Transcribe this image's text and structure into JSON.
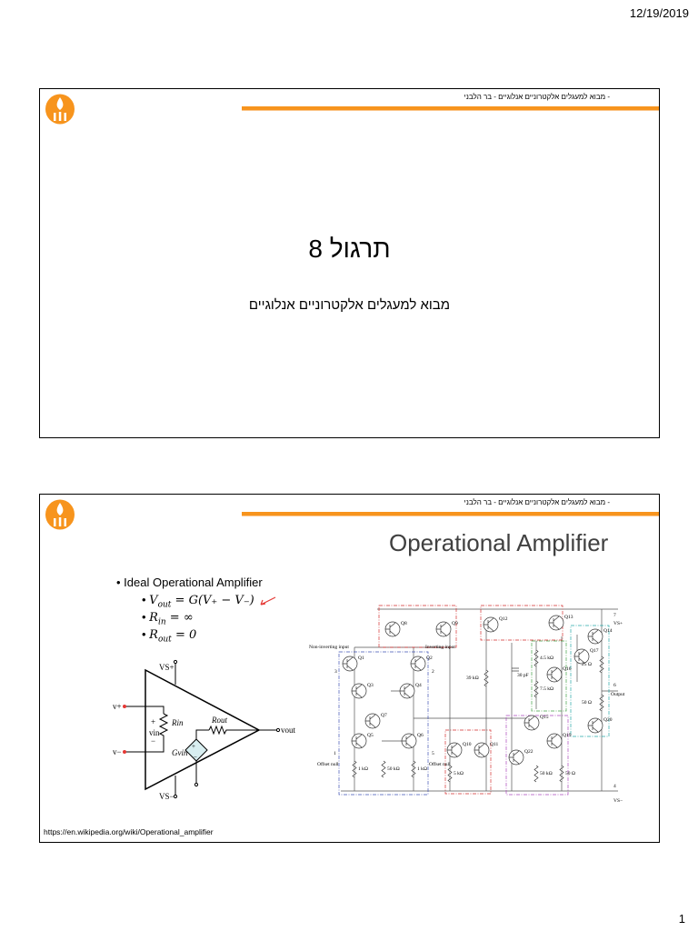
{
  "page": {
    "date": "12/19/2019",
    "page_number": "1"
  },
  "header_text": "- מבוא למעגלים אלקטרוניים אנלוגיים - בר הלבני",
  "colors": {
    "accent": "#f7941d",
    "title_gray": "#404040",
    "bullet_arrow": "#e53935"
  },
  "slide1": {
    "title": "תרגול 8",
    "subtitle": "מבוא למעגלים אלקטרוניים אנלוגיים"
  },
  "slide2": {
    "title": "Operational Amplifier",
    "bullet": "Ideal Operational Amplifier",
    "sub_bullets": [
      {
        "lhs": "V",
        "lhs_sub": "out",
        "rhs": "= G(V₊ − V₋)"
      },
      {
        "lhs": "R",
        "lhs_sub": "in",
        "rhs": "= ∞"
      },
      {
        "lhs": "R",
        "lhs_sub": "out",
        "rhs": "= 0"
      }
    ],
    "source_url": "https://en.wikipedia.org/wiki/Operational_amplifier",
    "amp_labels": {
      "vs_plus": "VS+",
      "vs_minus": "VS−",
      "v_plus": "v+",
      "v_minus": "v−",
      "v_in": "vin",
      "r_in": "Rin",
      "r_out": "Rout",
      "gain": "Gvin",
      "v_out": "vout",
      "plus": "+",
      "minus": "−"
    },
    "circuit_labels": {
      "transistors": [
        "Q1",
        "Q2",
        "Q3",
        "Q4",
        "Q5",
        "Q6",
        "Q7",
        "Q8",
        "Q9",
        "Q10",
        "Q11",
        "Q12",
        "Q13",
        "Q14",
        "Q15",
        "Q16",
        "Q17",
        "Q19",
        "Q20",
        "Q22"
      ],
      "non_inverting": "Non-inverting input",
      "inverting": "Inverting input",
      "pin3": "3",
      "pin2": "2",
      "pin1": "1",
      "pin5": "5",
      "pin6": "6",
      "pin7": "7",
      "pin4": "4",
      "offset_null_left": "Offset null",
      "offset_null_right": "Offset null",
      "output": "Output",
      "vs_plus": "VS+",
      "vs_minus": "VS−",
      "resistors": [
        "1 kΩ",
        "50 kΩ",
        "1 kΩ",
        "5 kΩ",
        "39 kΩ",
        "4.5 kΩ",
        "7.5 kΩ",
        "25 Ω",
        "50 Ω",
        "50 kΩ",
        "50 Ω"
      ],
      "capacitor": "30 pF"
    }
  }
}
